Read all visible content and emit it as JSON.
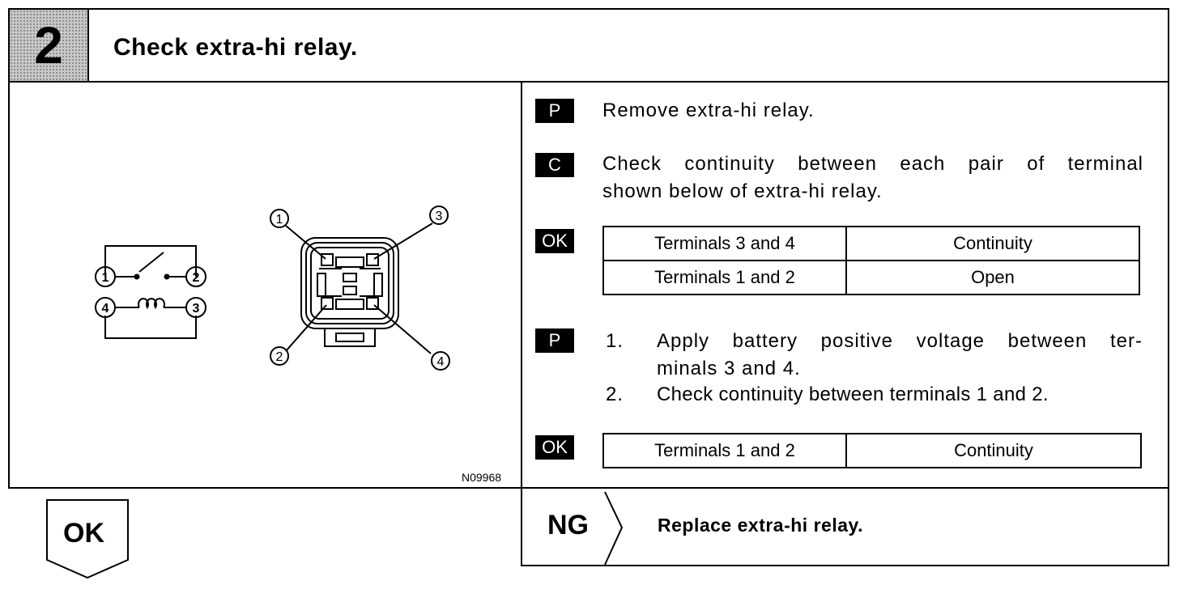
{
  "step": {
    "number": "2",
    "title": "Check extra-hi relay."
  },
  "diagram": {
    "code": "N09968",
    "schematic_terminals": [
      "1",
      "2",
      "4",
      "3"
    ],
    "connector_terminals": [
      "1",
      "3",
      "2",
      "4"
    ]
  },
  "instructions": [
    {
      "badge": "P",
      "text": "Remove extra-hi relay."
    },
    {
      "badge": "C",
      "lines": [
        "Check continuity between each pair of terminal",
        "shown below of extra-hi relay."
      ]
    },
    {
      "badge": "OK",
      "table": [
        [
          "Terminals 3 and 4",
          "Continuity"
        ],
        [
          "Terminals 1 and 2",
          "Open"
        ]
      ]
    },
    {
      "badge": "P",
      "steps": [
        {
          "num": "1.",
          "lines": [
            "Apply battery positive voltage between ter-",
            "minals 3 and 4."
          ]
        },
        {
          "num": "2.",
          "lines": [
            "Check continuity between terminals 1 and 2."
          ]
        }
      ]
    },
    {
      "badge": "OK",
      "table": [
        [
          "Terminals 1 and 2",
          "Continuity"
        ]
      ]
    }
  ],
  "result_ok": {
    "label": "OK"
  },
  "result_ng": {
    "label": "NG",
    "action": "Replace extra-hi relay."
  }
}
